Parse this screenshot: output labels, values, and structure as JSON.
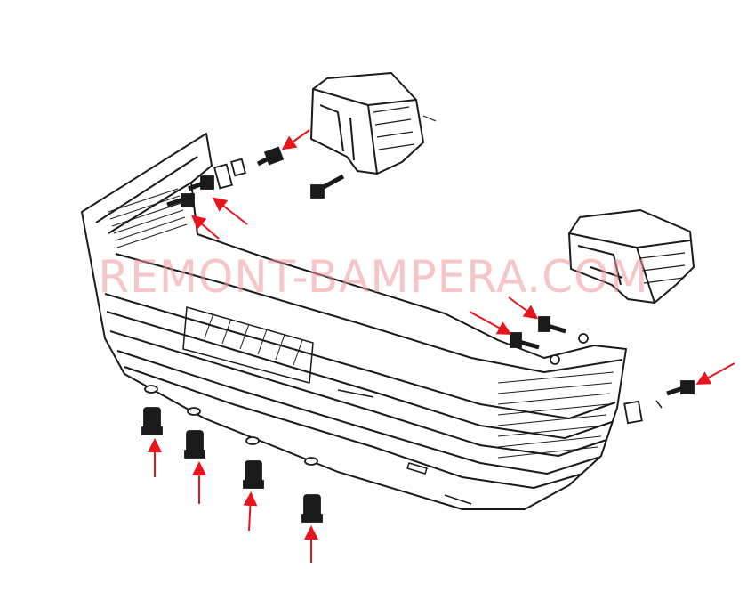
{
  "watermark": {
    "text": "REMONT-BAMPERA.COM",
    "color": "#f09696"
  },
  "colors": {
    "line": "#1a1a1a",
    "arrow": "#e8141c",
    "background": "#ffffff"
  },
  "parts": {
    "bumper": "rear-bumper-cover",
    "brackets": [
      "bumper-bracket-left",
      "bumper-bracket-right"
    ],
    "fasteners": [
      "bolt",
      "nut",
      "clip",
      "washer"
    ]
  }
}
